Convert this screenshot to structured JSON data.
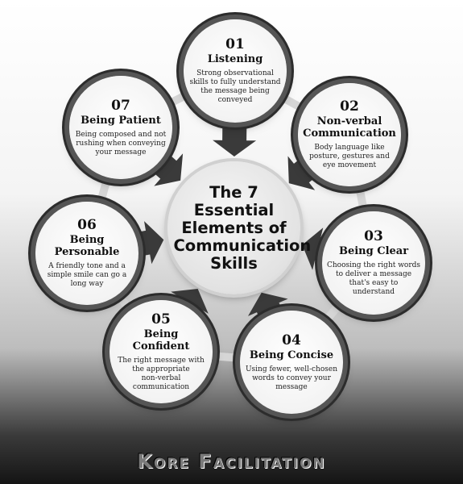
{
  "center": {
    "title": "The 7\nEssential\nElements of\nCommunication\nSkills"
  },
  "elements": [
    {
      "number": "01",
      "title": "Listening",
      "description": "Strong observational\nskills to fully understand\nthe message being\nconveyed"
    },
    {
      "number": "02",
      "title": "Non-verbal\nCommunication",
      "description": "Body language like\nposture, gestures and\neye movement"
    },
    {
      "number": "03",
      "title": "Being Clear",
      "description": "Choosing the right words\nto deliver a message\nthat's easy to\nunderstand"
    },
    {
      "number": "04",
      "title": "Being Concise",
      "description": "Using fewer, well-chosen\nwords to convey your\nmessage"
    },
    {
      "number": "05",
      "title": "Being\nConfident",
      "description": "The right message with\nthe appropriate\nnon-verbal\ncommunication"
    },
    {
      "number": "06",
      "title": "Being\nPersonable",
      "description": "A friendly tone and a\nsimple smile can go a\nlong way"
    },
    {
      "number": "07",
      "title": "Being Patient",
      "description": "Being composed and not\nrushing when conveying\nyour message"
    }
  ],
  "footer": {
    "brand": "Kore Facilitation"
  },
  "colors": {
    "ring": "#555555",
    "ring_outer": "#2c2c2c",
    "arrow": "#3a3a3a",
    "circle_fill": "#f5f5f5"
  }
}
